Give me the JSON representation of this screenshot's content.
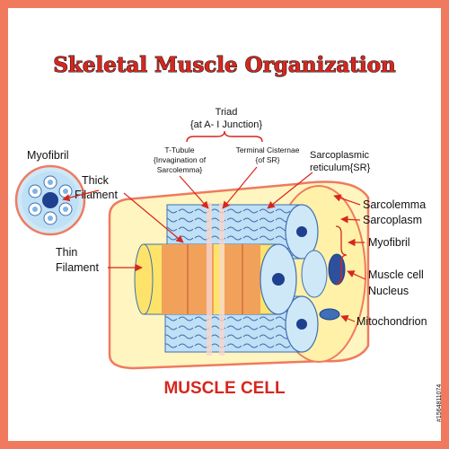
{
  "title": "Skeletal Muscle Organization",
  "caption": "MUSCLE CELL",
  "labels": {
    "myofibril_inset": "Myofibril",
    "thick_filament_1": "Thick",
    "thick_filament_2": "Filament",
    "thin_filament_1": "Thin",
    "thin_filament_2": "Filament",
    "triad_1": "Triad",
    "triad_2": "{at A- I Junction}",
    "t_tubule_1": "T-Tubule",
    "t_tubule_2": "{Invagination of",
    "t_tubule_3": "Sarcolemma}",
    "terminal_cisternae_1": "Terminal Cisternae",
    "terminal_cisternae_2": "{of SR}",
    "sr_1": "Sarcoplasmic",
    "sr_2": "reticulum{SR}",
    "sarcolemma": "Sarcolemma",
    "sarcoplasm": "Sarcoplasm",
    "myofibril": "Myofibril",
    "nucleus_1": "Muscle cell",
    "nucleus_2": "Nucleus",
    "mitochondrion": "Mitochondrion"
  },
  "stock_id": "#1564811074",
  "colors": {
    "border": "#f07a5e",
    "title_red": "#d7261e",
    "arrow_red": "#d7261e",
    "cell_fill": "#fff6c8",
    "myofibril_blue": "#bfe0f5",
    "thick_orange": "#f2a15a",
    "thin_yellow": "#fde36a",
    "nucleus_blue": "#2e4f9c"
  }
}
